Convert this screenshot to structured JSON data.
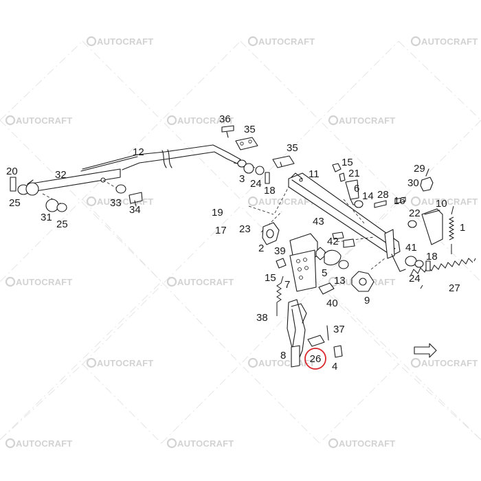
{
  "watermark": {
    "text": "AUTOCRAFT"
  },
  "highlight": {
    "label": "26",
    "color": "#d9262c"
  },
  "parts": {
    "p1": "1",
    "p2": "2",
    "p3": "3",
    "p4": "4",
    "p5": "5",
    "p6": "6",
    "p7": "7",
    "p8": "8",
    "p9": "9",
    "p10": "10",
    "p11": "11",
    "p12": "12",
    "p13": "13",
    "p14": "14",
    "p15a": "15",
    "p15b": "15",
    "p16": "16",
    "p17": "17",
    "p18a": "18",
    "p18b": "18",
    "p19": "19",
    "p20": "20",
    "p21": "21",
    "p22": "22",
    "p23": "23",
    "p24a": "24",
    "p24b": "24",
    "p25a": "25",
    "p25b": "25",
    "p27": "27",
    "p28": "28",
    "p29": "29",
    "p30": "30",
    "p31": "31",
    "p32": "32",
    "p33": "33",
    "p34": "34",
    "p35a": "35",
    "p35b": "35",
    "p36": "36",
    "p37": "37",
    "p38": "38",
    "p39": "39",
    "p40": "40",
    "p41": "41",
    "p42": "42",
    "p43": "43"
  }
}
